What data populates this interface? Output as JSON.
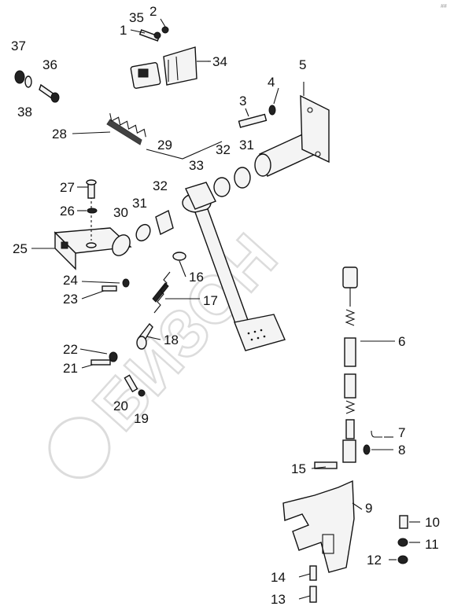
{
  "watermark": "БИЗОН",
  "corner_mark": "##",
  "callouts": [
    "1",
    "2",
    "3",
    "4",
    "5",
    "6",
    "7",
    "8",
    "9",
    "10",
    "11",
    "12",
    "13",
    "14",
    "15",
    "16",
    "17",
    "18",
    "19",
    "20",
    "21",
    "22",
    "23",
    "24",
    "25",
    "26",
    "27",
    "28",
    "29",
    "30",
    "31",
    "31",
    "32",
    "32",
    "33",
    "34",
    "35",
    "36",
    "37",
    "38"
  ]
}
